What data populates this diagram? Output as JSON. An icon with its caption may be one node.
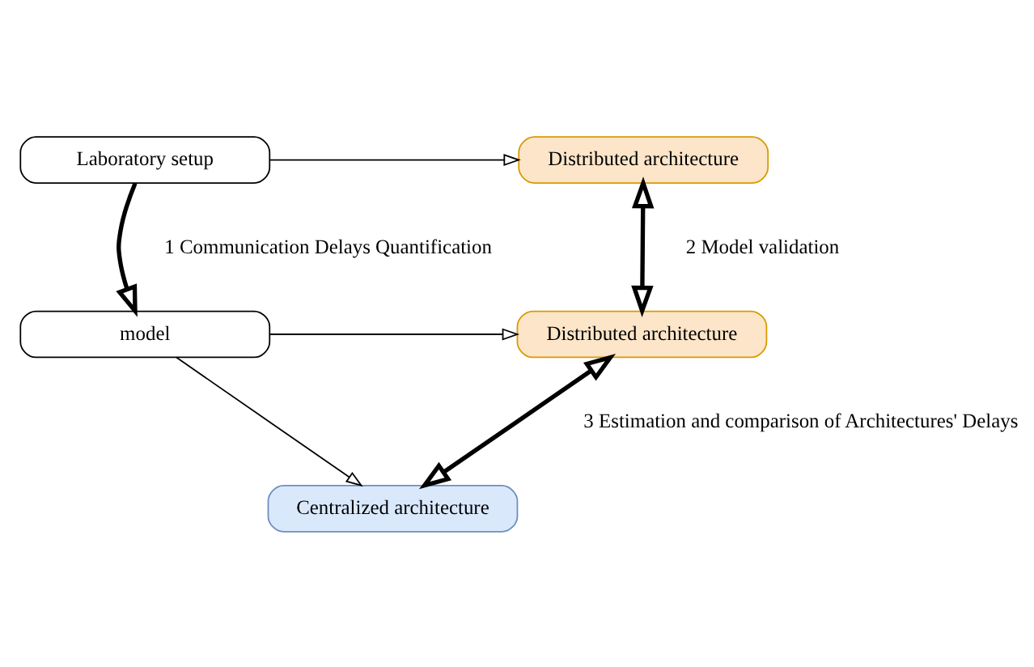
{
  "diagram": {
    "nodes": [
      {
        "text": [
          "Laboratory setup"
        ]
      },
      {
        "text": [
          "Distributed architecture"
        ]
      },
      {
        "text": [
          "model"
        ]
      },
      {
        "text": [
          "Distributed architecture"
        ]
      },
      {
        "text": [
          "Centralized architecture"
        ]
      }
    ],
    "edges": [
      {
        "from": 0,
        "to": 1,
        "arrow": "to"
      },
      {
        "from": 0,
        "to": 2,
        "arrow": "to",
        "style": "thick",
        "label": "1 Communication Delays Quantification"
      },
      {
        "from": 1,
        "to": 3,
        "arrow": "both",
        "style": "thick",
        "label": "2 Model validation"
      },
      {
        "from": 2,
        "to": 3,
        "arrow": "to"
      },
      {
        "from": 2,
        "to": 4,
        "arrow": "to"
      },
      {
        "from": 3,
        "to": 4,
        "arrow": "both",
        "style": "thick",
        "label": "3 Estimation and comparison of Architectures' Delays"
      }
    ]
  }
}
